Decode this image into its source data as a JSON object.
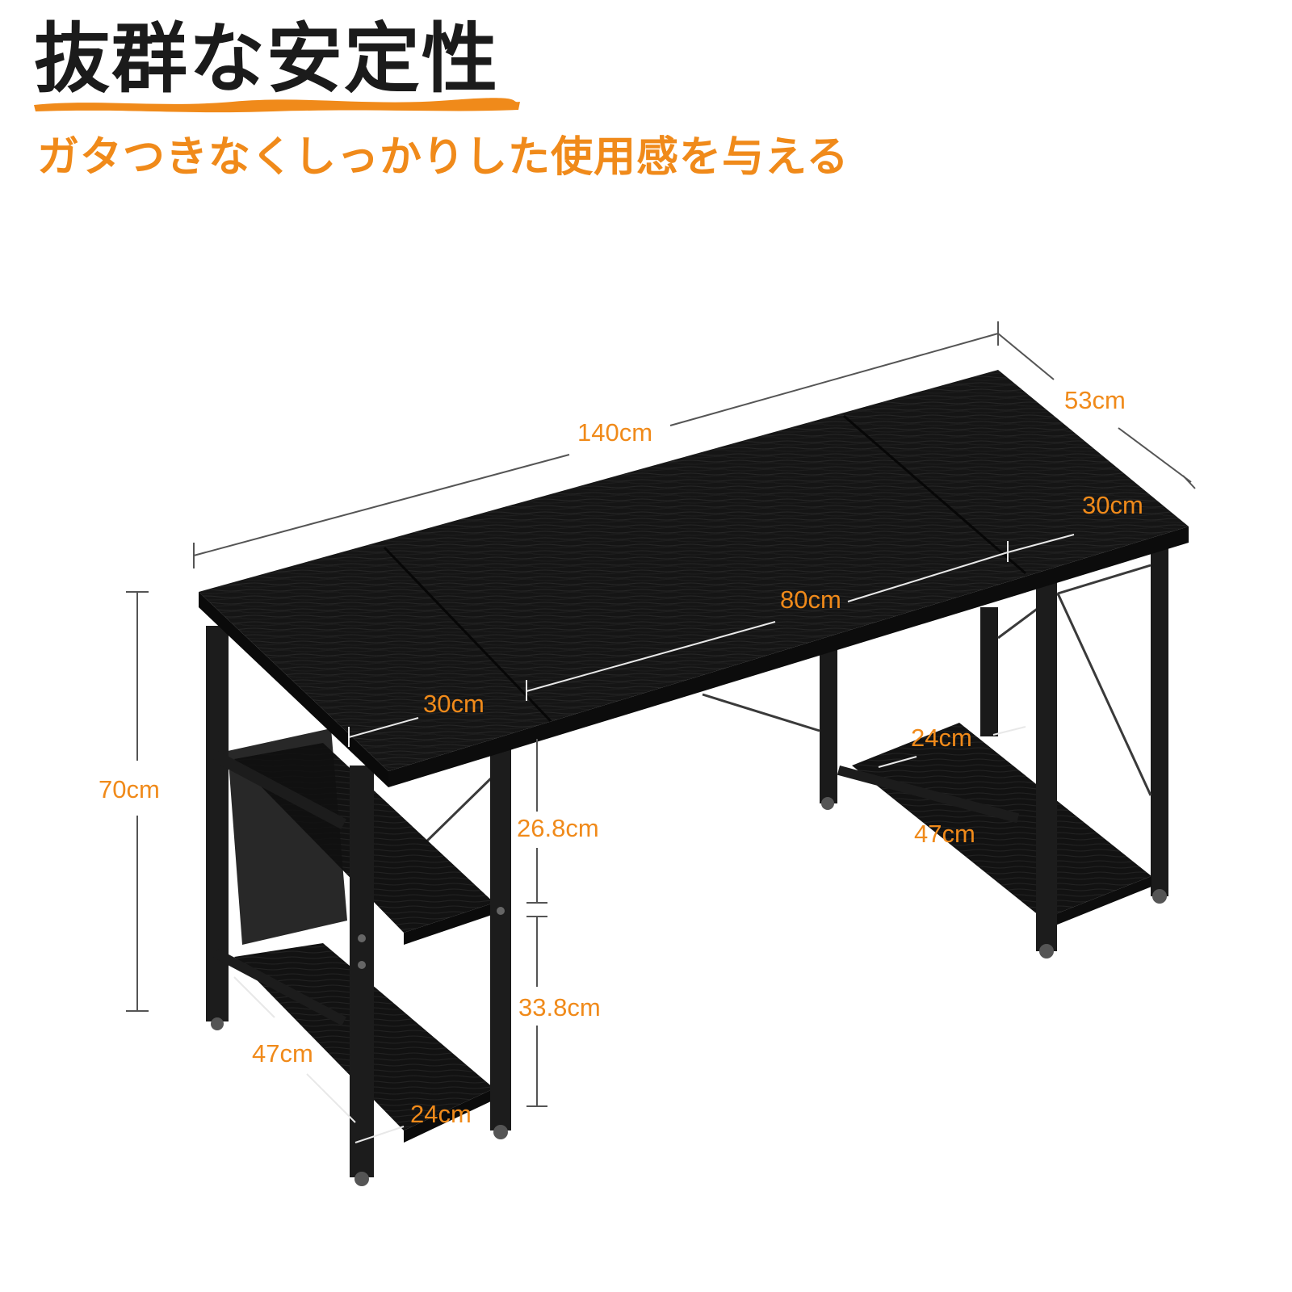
{
  "headline": "抜群な安定性",
  "subline": "ガタつきなくしっかりした使用感を与える",
  "colors": {
    "accent": "#f08a1a",
    "dimension_line": "#555555",
    "desk": "#161616",
    "background": "#ffffff"
  },
  "product": {
    "icon": "desk-illustration",
    "dimensions": {
      "width": "140cm",
      "depth": "53cm",
      "height": "70cm",
      "center_span": "80cm",
      "left_section": "30cm",
      "right_section": "30cm",
      "upper_shelf_gap": "26.8cm",
      "lower_shelf_gap": "33.8cm",
      "left_shelf_depth": "47cm",
      "left_shelf_width": "24cm",
      "right_shelf_width": "24cm",
      "right_shelf_depth": "47cm"
    }
  }
}
